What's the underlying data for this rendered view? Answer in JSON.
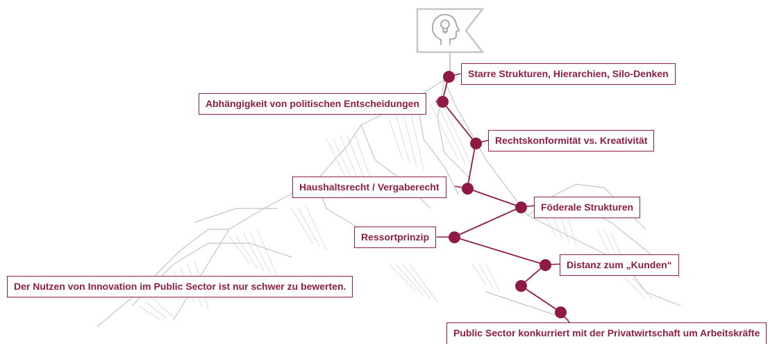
{
  "icon": {
    "name": "head-lightbulb-icon"
  },
  "colors": {
    "accent": "#8e1a45",
    "sketch": "#bdbdbd"
  },
  "labels": [
    {
      "id": "silo",
      "text": "Starre Strukturen, Hierarchien, Silo-Denken"
    },
    {
      "id": "politics",
      "text": "Abhängigkeit von politischen Entscheidungen"
    },
    {
      "id": "legal",
      "text": "Rechtskonformität vs. Kreativität"
    },
    {
      "id": "budget",
      "text": "Haushaltsrecht / Vergaberecht"
    },
    {
      "id": "federal",
      "text": "Föderale Strukturen"
    },
    {
      "id": "ressort",
      "text": "Ressortprinzip"
    },
    {
      "id": "customer",
      "text": "Distanz zum „Kunden“"
    },
    {
      "id": "value",
      "text": "Der Nutzen von Innovation im Public Sector ist nur schwer zu bewerten."
    },
    {
      "id": "workforce",
      "text": "Public Sector konkurriert mit der Privatwirtschaft um Arbeitskräfte"
    }
  ]
}
